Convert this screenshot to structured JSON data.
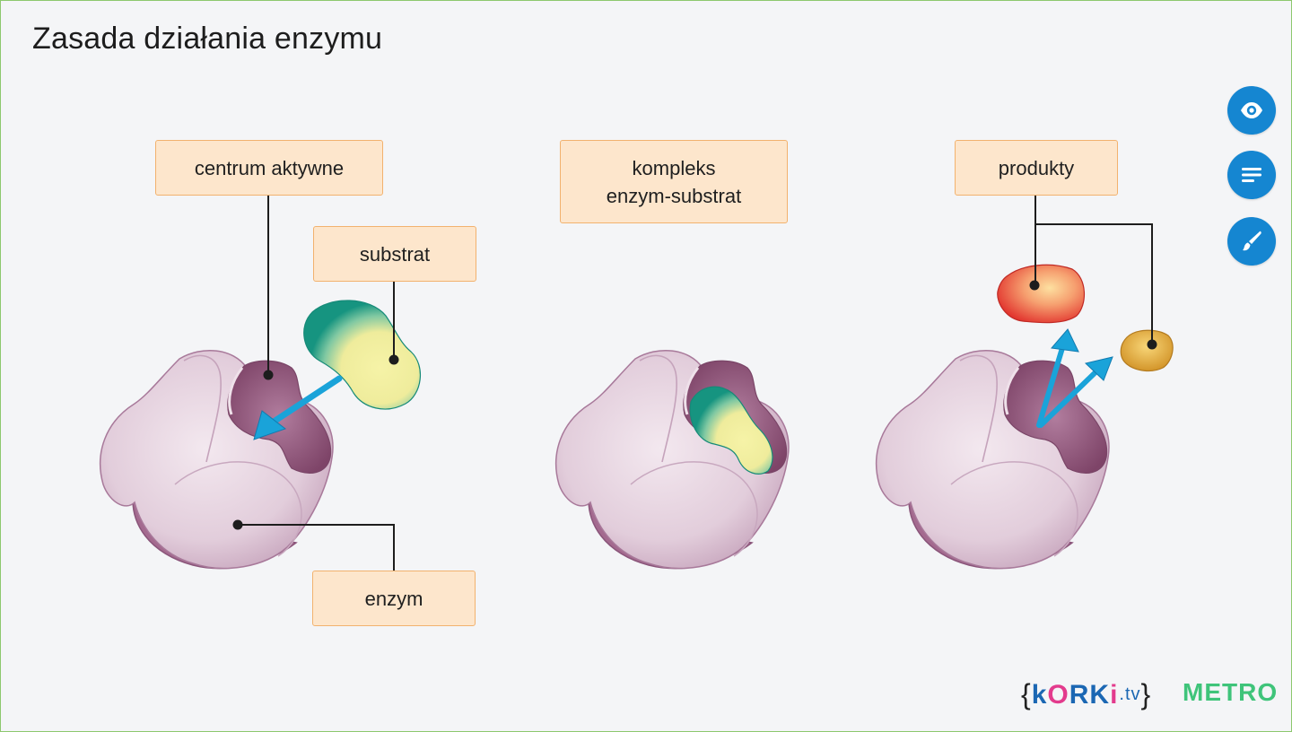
{
  "title": "Zasada działania enzymu",
  "labels": {
    "active_site": "centrum aktywne",
    "substrate": "substrat",
    "enzyme": "enzym",
    "complex_line1": "kompleks",
    "complex_line2": "enzym-substrat",
    "products": "produkty"
  },
  "side_buttons": [
    {
      "icon": "eye-icon"
    },
    {
      "icon": "text-lines-icon"
    },
    {
      "icon": "brush-icon"
    }
  ],
  "logos": {
    "korki_open": "{",
    "korki_k": "k",
    "korki_o": "O",
    "korki_rk": "RK",
    "korki_i": "i",
    "korki_tv": ".tv",
    "korki_close": "}",
    "metro": "METRO"
  },
  "colors": {
    "label_fill": "#fde6cc",
    "label_border": "#f2b26e",
    "enzyme_light": "#e6d3e0",
    "enzyme_dark": "#8d4f75",
    "substrate_yellow": "#f3efa3",
    "substrate_teal": "#1a9d8d",
    "arrow": "#1aa3d9",
    "product_red": "#e8423a",
    "product_orange": "#e1a532",
    "button_blue": "#1586d1"
  }
}
